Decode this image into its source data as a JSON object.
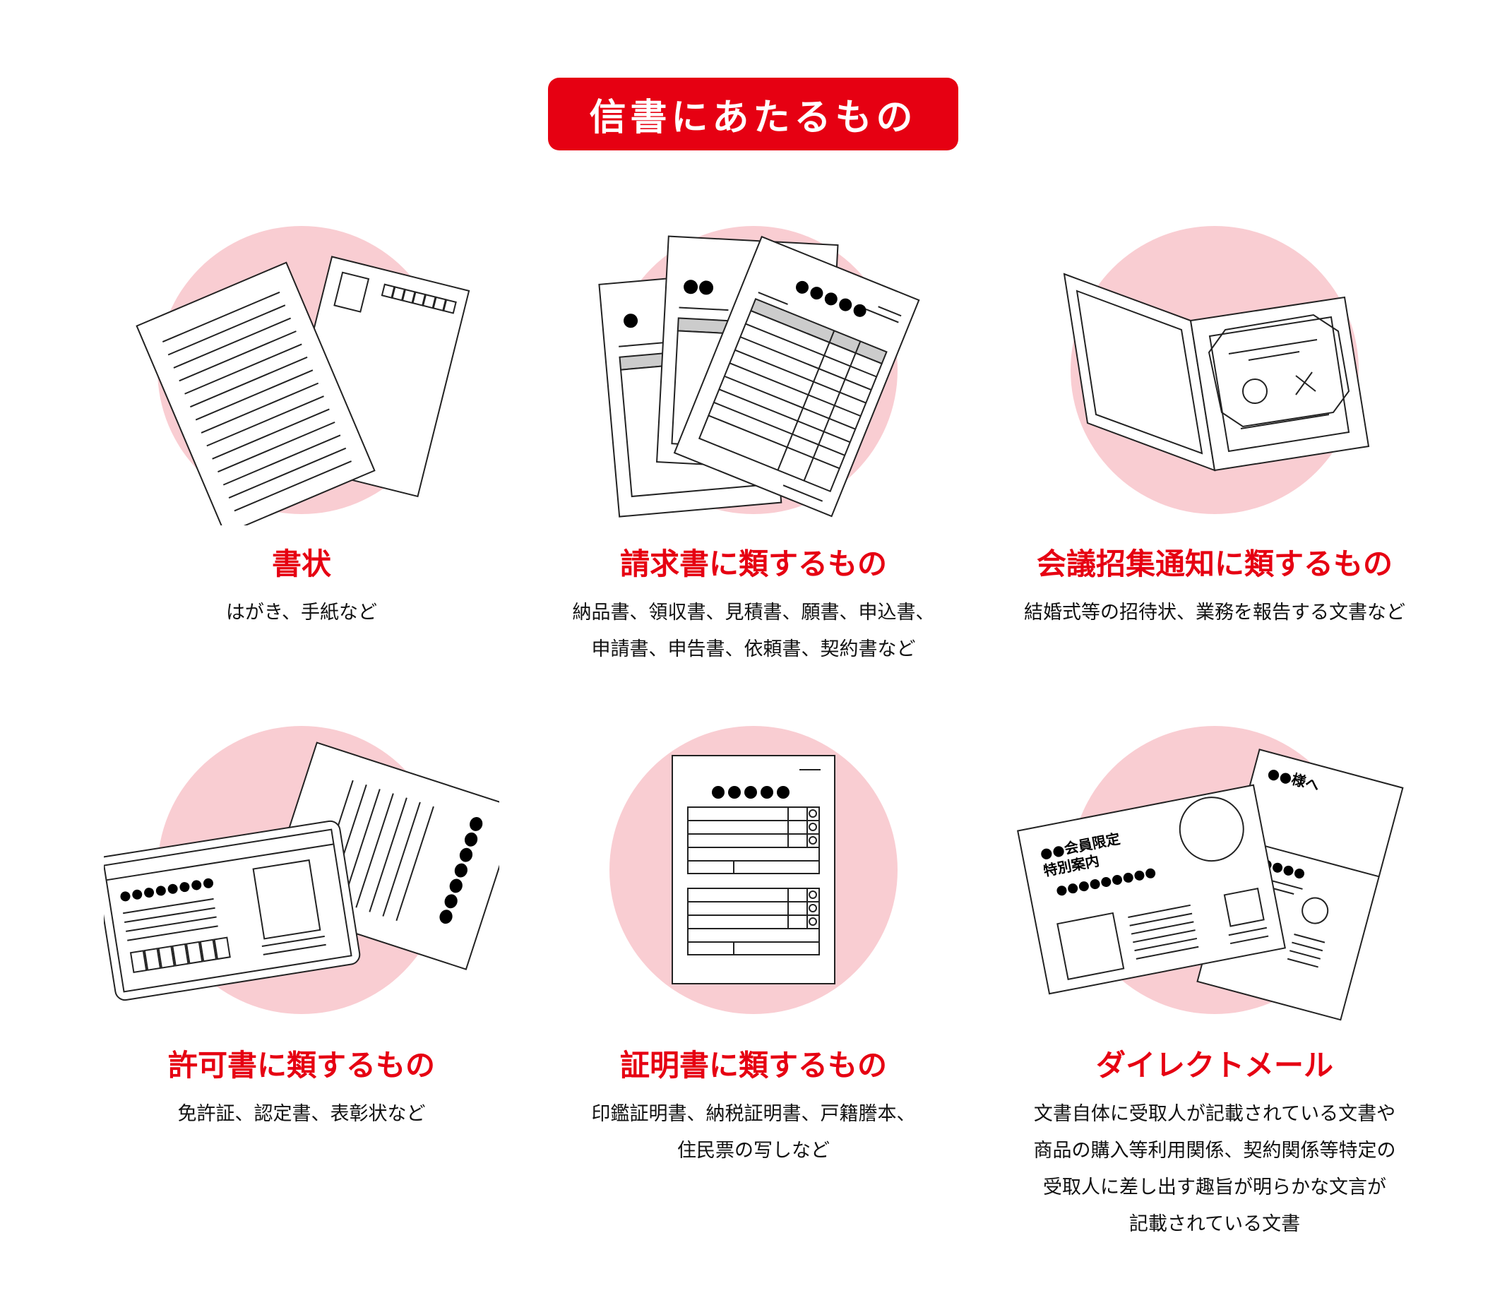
{
  "header": {
    "title": "信書にあたるもの"
  },
  "colors": {
    "accent": "#E60012",
    "circle": "#F9CDD2",
    "text": "#111111"
  },
  "items": [
    {
      "title": "書状",
      "description": "はがき、手紙など",
      "icon": "letter-and-postcard-icon"
    },
    {
      "title": "請求書に類するもの",
      "description": "納品書、領収書、見積書、願書、申込書、\n申請書、申告書、依頼書、契約書など",
      "icon": "invoice-stack-icon"
    },
    {
      "title": "会議招集通知に類するもの",
      "description": "結婚式等の招待状、業務を報告する文書など",
      "icon": "folded-invitation-icon"
    },
    {
      "title": "許可書に類するもの",
      "description": "免許証、認定書、表彰状など",
      "icon": "license-card-icon"
    },
    {
      "title": "証明書に類するもの",
      "description": "印鑑証明書、納税証明書、戸籍謄本、\n住民票の写しなど",
      "icon": "certificate-form-icon"
    },
    {
      "title": "ダイレクトメール",
      "description": "文書自体に受取人が記載されている文書や\n商品の購入等利用関係、契約関係等特定の\n受取人に差し出す趣旨が明らかな文言が\n記載されている文書",
      "icon": "direct-mail-icon"
    }
  ],
  "illustration_text": {
    "dm_flyer_line1": "●●会員限定",
    "dm_flyer_line2": "特別案内",
    "dm_letter": "●●様へ"
  }
}
